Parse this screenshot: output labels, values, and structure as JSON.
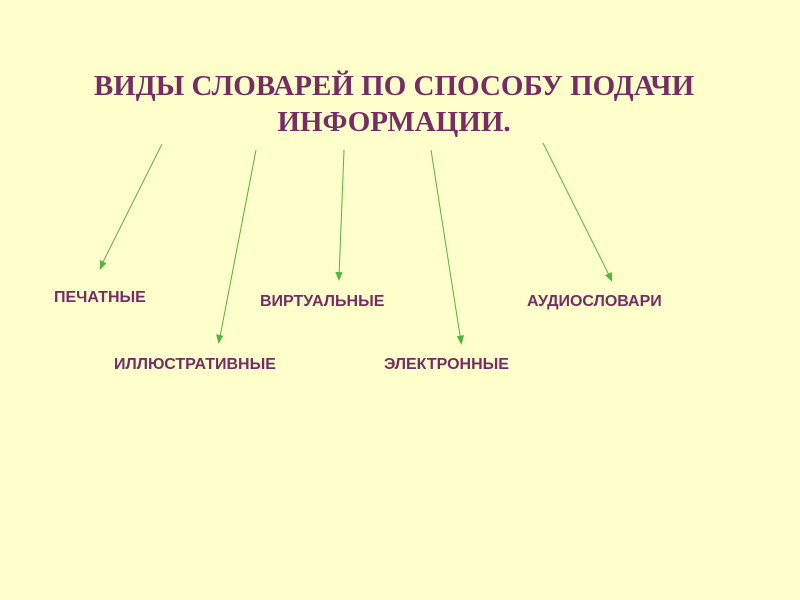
{
  "title": {
    "line1": "ВИДЫ СЛОВАРЕЙ ПО СПОСОБУ ПОДАЧИ",
    "line2": "ИНФОРМАЦИИ."
  },
  "types": {
    "printed": "ПЕЧАТНЫЕ",
    "illustrative": "ИЛЛЮСТРАТИВНЫЕ",
    "virtual": "ВИРТУАЛЬНЫЕ",
    "electronic": "ЭЛЕКТРОННЫЕ",
    "audio": "АУДИОСЛОВАРИ"
  },
  "colors": {
    "background": "#FFFFCC",
    "text": "#772D63",
    "arrow": "#55B340"
  }
}
